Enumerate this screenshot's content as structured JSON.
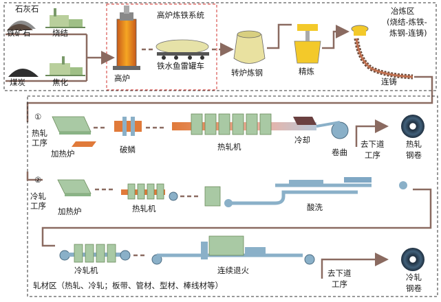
{
  "raw_materials": {
    "limestone": "石灰石",
    "iron_ore": "铁矿石",
    "sintering": "烧结",
    "coal": "煤炭",
    "coking": "焦化"
  },
  "blast_furnace_system": {
    "title": "高炉炼铁系统",
    "blast_furnace": "高炉",
    "torpedo_car": "铁水鱼雷罐车"
  },
  "steelmaking": {
    "converter": "转炉炼钢",
    "refining": "精炼",
    "continuous_casting": "连铸",
    "zone_title": "冶炼区",
    "zone_desc_1": "(烧结-炼铁-",
    "zone_desc_2": "炼钢-连铸)"
  },
  "hot_rolling_line": {
    "number": "①",
    "label_1": "热轧",
    "label_2": "工序",
    "reheat_furnace": "加热炉",
    "descaling": "破鳞",
    "hot_mill": "热轧机",
    "cooling": "冷却",
    "coiling": "卷曲",
    "next_process_1": "去下道",
    "next_process_2": "工序",
    "product_1": "热轧",
    "product_2": "钢卷"
  },
  "cold_rolling_line": {
    "number": "②",
    "label_1": "冷轧",
    "label_2": "工序",
    "reheat_furnace": "加热炉",
    "hot_mill": "热轧机",
    "pickling": "酸洗",
    "cold_mill": "冷轧机",
    "annealing": "连续退火",
    "next_process_1": "去下道",
    "next_process_2": "工序",
    "product_1": "冷轧",
    "product_2": "钢卷"
  },
  "rolling_zone_caption": "轧材区（热轧、冷轧；板带、管材、型材、棒线材等）",
  "colors": {
    "flow_line": "#8a6a60",
    "zone_border": "#333333",
    "bf_border": "#d9534f",
    "steel_blue": "#7fa7c4",
    "slab_green": "#a9c9a4",
    "hot_orange": "#e07a3a",
    "coil_dark": "#26384a"
  }
}
